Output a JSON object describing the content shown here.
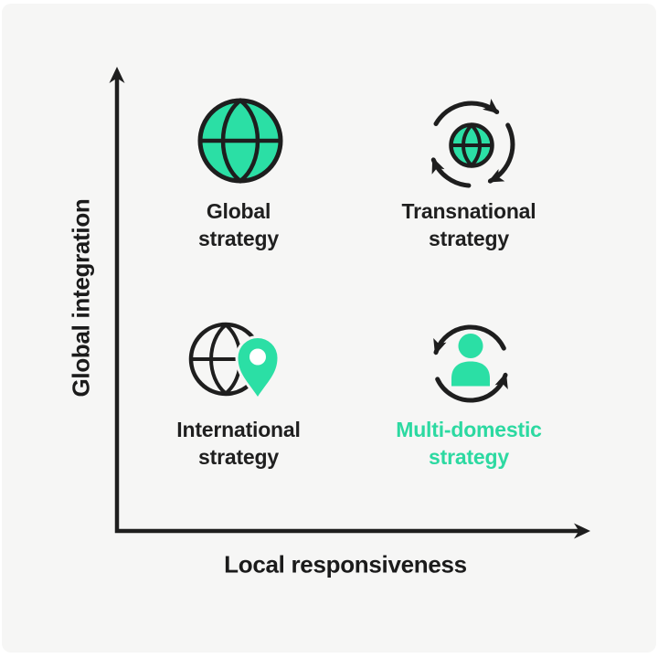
{
  "palette": {
    "background": "#f6f6f5",
    "frame": "#ffffff",
    "accent": "#2bdfa5",
    "accent_text": "#2cd9a1",
    "ink": "#1e1e1e"
  },
  "axes": {
    "y_label": "Global integration",
    "x_label": "Local responsiveness"
  },
  "quadrants": {
    "global": {
      "line1": "Global",
      "line2": "strategy",
      "icon": "globe-icon"
    },
    "transnational": {
      "line1": "Transnational",
      "line2": "strategy",
      "icon": "globe-cycle-arrows-icon"
    },
    "international": {
      "line1": "International",
      "line2": "strategy",
      "icon": "globe-location-pin-icon"
    },
    "multi_domestic": {
      "line1": "Multi-domestic",
      "line2": "strategy",
      "icon": "person-cycle-arrows-icon",
      "highlighted": true
    }
  }
}
